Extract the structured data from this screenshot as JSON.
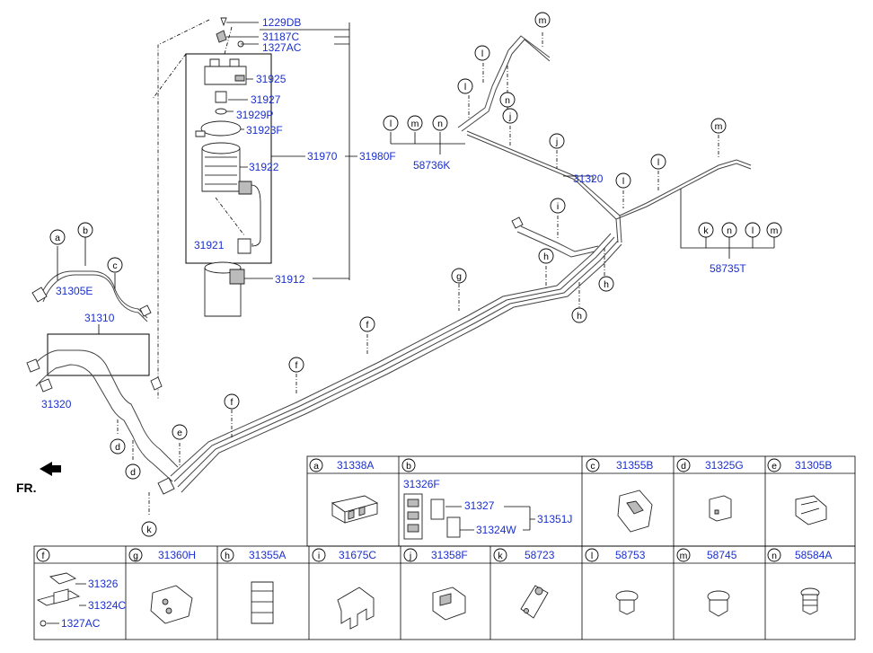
{
  "fr_label": "FR.",
  "pn": {
    "1229DB": "1229DB",
    "31187C": "31187C",
    "1327AC": "1327AC",
    "31925": "31925",
    "31927": "31927",
    "31929P": "31929P",
    "31923F": "31923F",
    "31922": "31922",
    "31970": "31970",
    "31980F": "31980F",
    "31921": "31921",
    "31912": "31912",
    "58736K": "58736K",
    "31320_top": "31320",
    "58735T": "58735T",
    "31305E": "31305E",
    "31310": "31310",
    "31320_left": "31320"
  },
  "letters": {
    "a": "a",
    "b": "b",
    "c": "c",
    "d": "d",
    "e": "e",
    "f": "f",
    "g": "g",
    "h": "h",
    "i": "i",
    "j": "j",
    "k": "k",
    "l": "l",
    "m": "m",
    "n": "n"
  },
  "table": {
    "row1": [
      {
        "letter": "a",
        "part": "31338A"
      },
      {
        "letter": "b",
        "part": ""
      },
      {
        "letter": "c",
        "part": "31355B"
      },
      {
        "letter": "d",
        "part": "31325G"
      },
      {
        "letter": "e",
        "part": "31305B"
      }
    ],
    "b_parts": {
      "p1": "31326F",
      "p2": "31327",
      "p3": "31324W",
      "p4": "31351J"
    },
    "row2": [
      {
        "letter": "f",
        "part": ""
      },
      {
        "letter": "g",
        "part": "31360H"
      },
      {
        "letter": "h",
        "part": "31355A"
      },
      {
        "letter": "i",
        "part": "31675C"
      },
      {
        "letter": "j",
        "part": "31358F"
      },
      {
        "letter": "k",
        "part": "58723"
      },
      {
        "letter": "l",
        "part": "58753"
      },
      {
        "letter": "m",
        "part": "58745"
      },
      {
        "letter": "n",
        "part": "58584A"
      }
    ],
    "f_parts": {
      "p1": "31326",
      "p2": "31324C",
      "p3": "1327AC"
    }
  }
}
